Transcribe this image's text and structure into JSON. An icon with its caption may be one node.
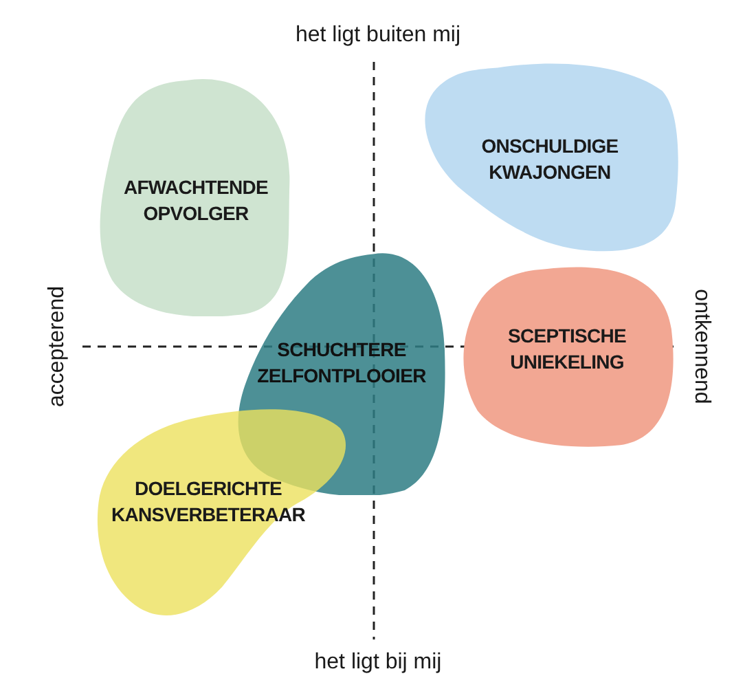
{
  "diagram": {
    "nodes": [
      {
        "text": [
          "AFWACHTENDE OPVOLGER"
        ]
      },
      {
        "text": [
          "ONSCHULDIGE KWAJONGEN"
        ]
      },
      {
        "text": [
          "SCHUCHTERE ZELFONTPLOOIER"
        ]
      },
      {
        "text": [
          "SCEPTISCHE UNIEKELING"
        ]
      },
      {
        "text": [
          "DOELGERICHTE KANSVERBETERAAR"
        ]
      }
    ],
    "labels": [
      "het ligt buiten mij",
      "accepterend",
      "ontkennend",
      "het ligt bij mij"
    ]
  }
}
